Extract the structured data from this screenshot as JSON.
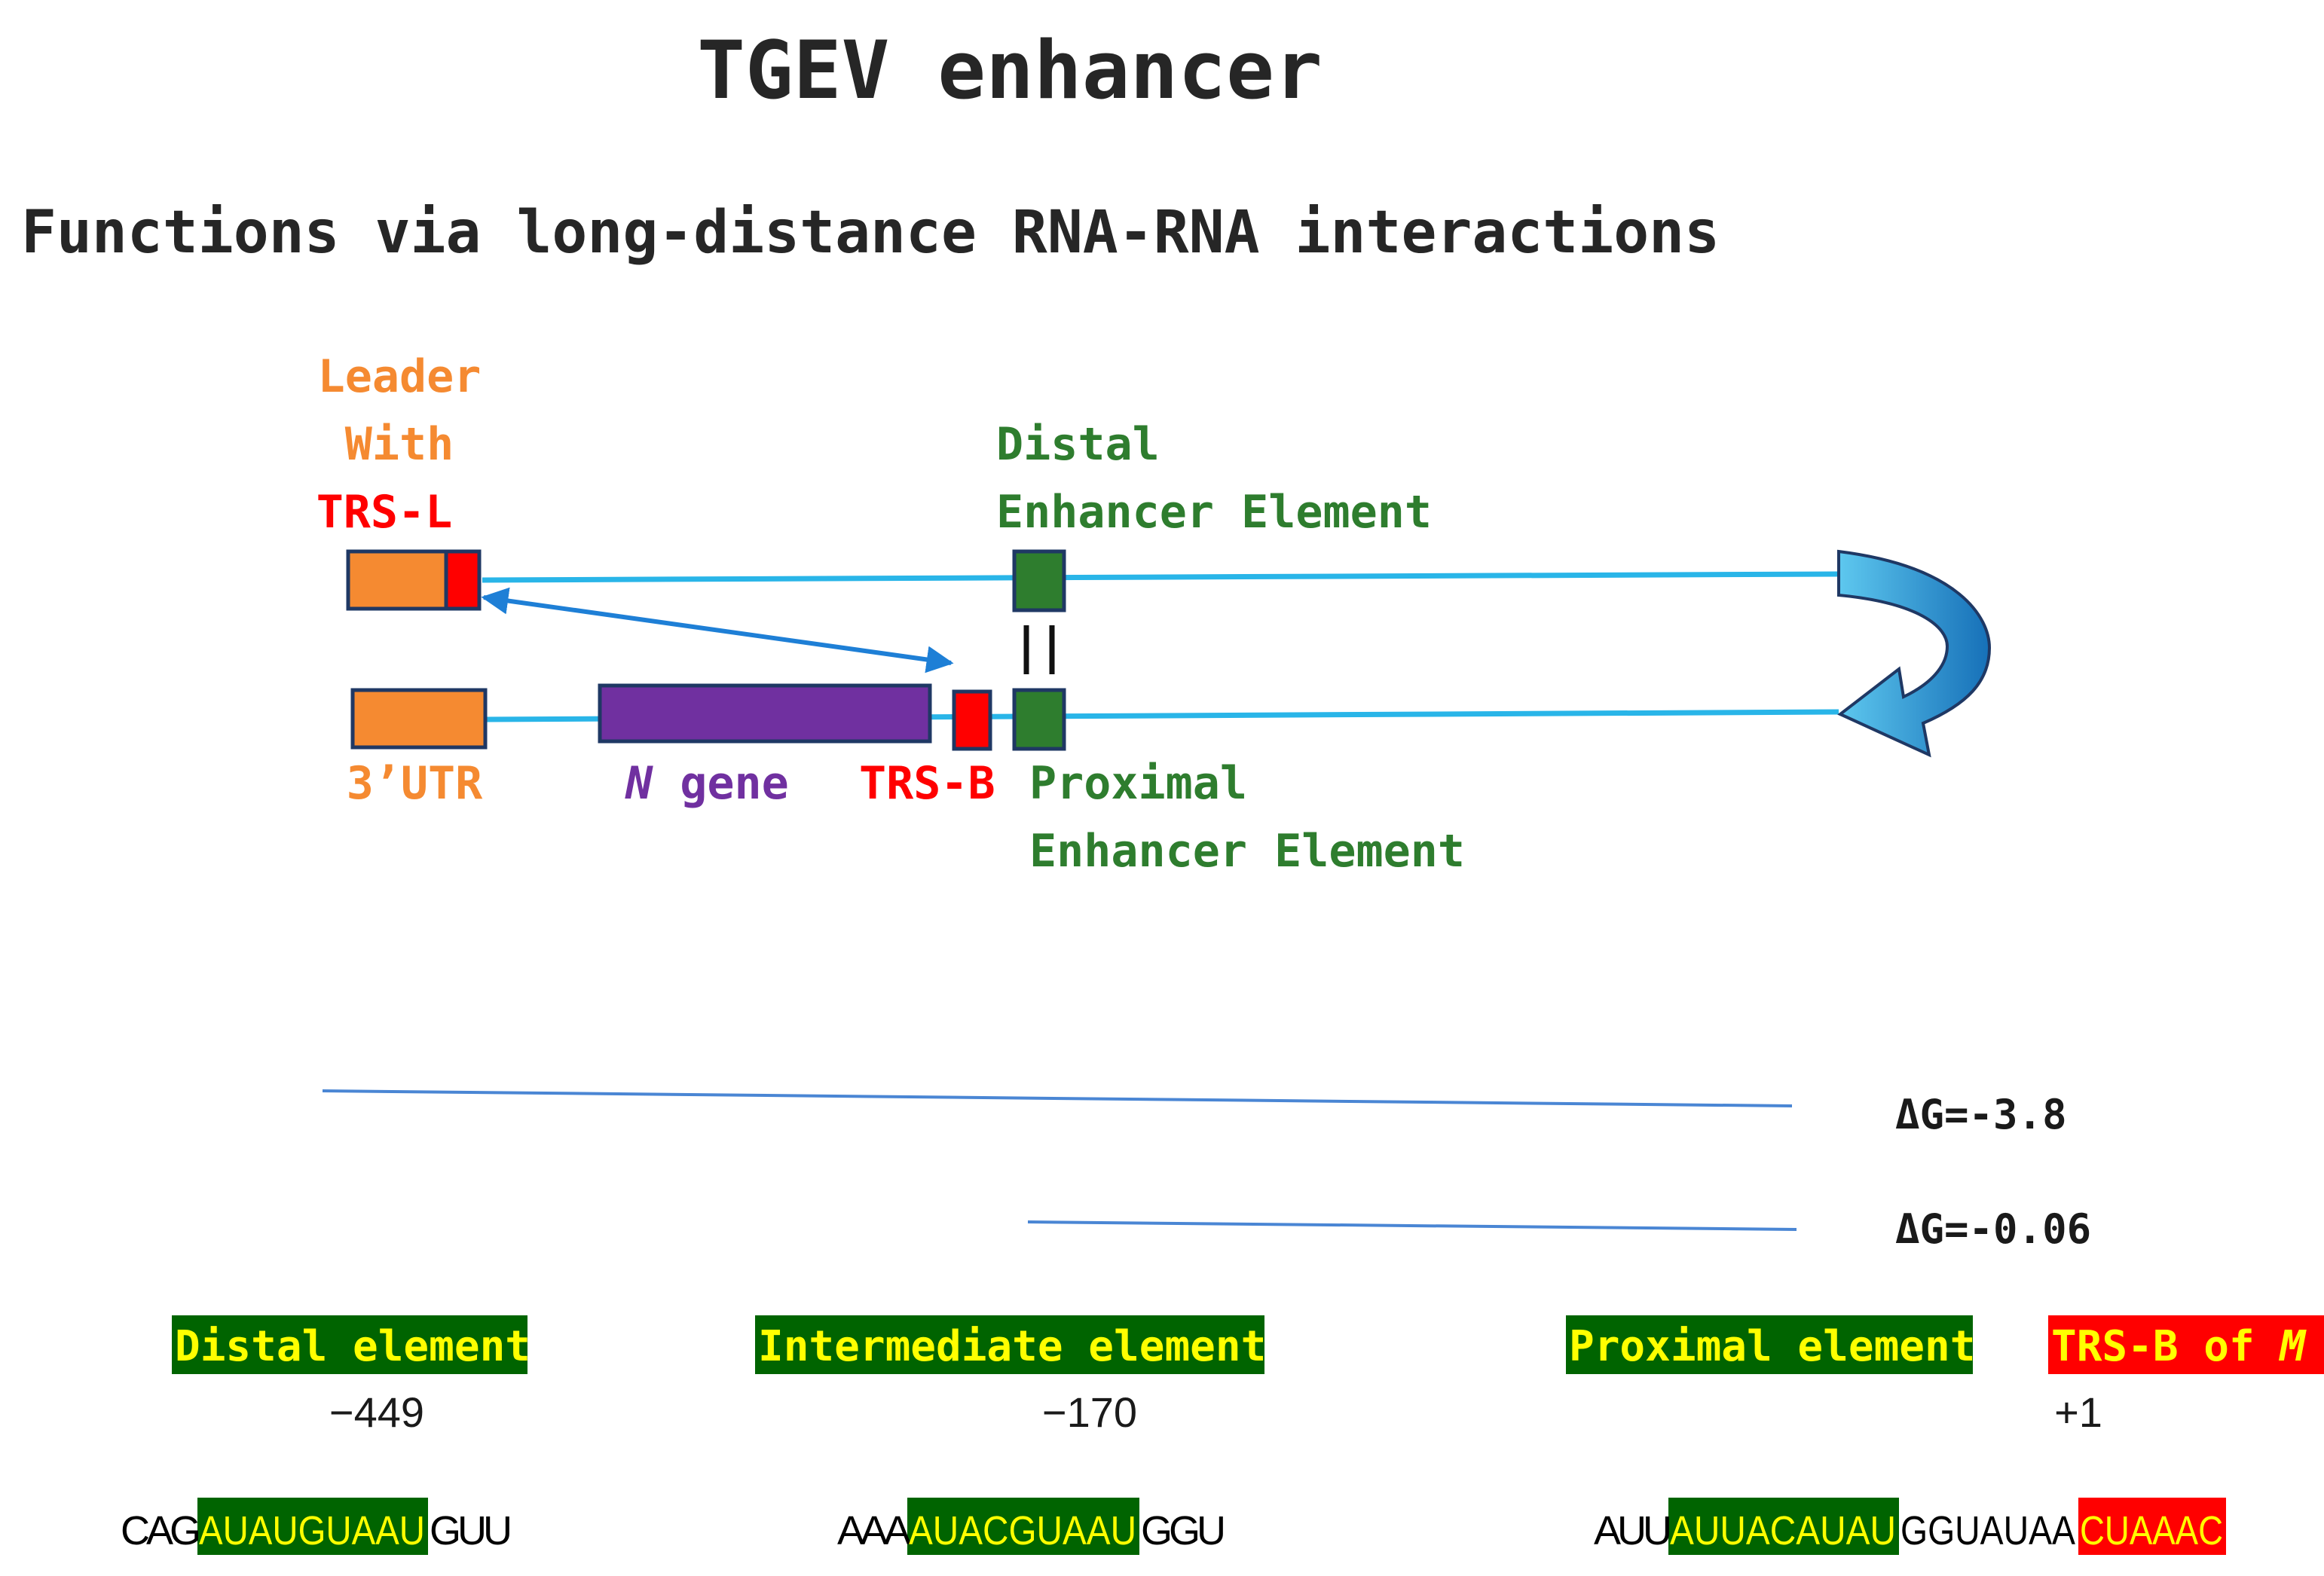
{
  "title": "TGEV enhancer",
  "subtitle": "Functions via long-distance RNA-RNA interactions",
  "labels": {
    "leader_line1": "Leader",
    "leader_line2": "With",
    "trs_l": "TRS-L",
    "distal_line1": "Distal",
    "distal_line2": "Enhancer Element",
    "utr": "3’UTR",
    "n_italic": "N",
    "n_gene": " gene",
    "trs_b": "TRS-B",
    "proximal_line1": "Proximal",
    "proximal_line2": "Enhancer Element"
  },
  "energies": {
    "dg1": "ΔG=-3.8",
    "dg2": "ΔG=-0.06"
  },
  "elements": {
    "distal": "Distal element",
    "intermediate": "Intermediate element",
    "proximal": "Proximal element",
    "trsb_prefix": "TRS-B of ",
    "trsb_italic": "M"
  },
  "positions": {
    "distal": "−449",
    "intermediate": "−170",
    "trsb": "+1"
  },
  "sequences": {
    "distal": {
      "pre": "CAG",
      "core": "AUAUGUAAU",
      "post": "GUU"
    },
    "intermediate": {
      "pre": "AAA",
      "core": "AUACGUAAU",
      "post": "GGU"
    },
    "proximal": {
      "pre": "AUU",
      "core": "AUUACAUAU",
      "mid": "GGUAUAA",
      "trs": "CUAAAC"
    }
  },
  "colors": {
    "orange": "#f58a31",
    "red": "#ff0000",
    "green": "#2e7d2e",
    "dark_green": "#006400",
    "purple": "#7030a0",
    "line_blue": "#29b5e8",
    "arrow_blue": "#1e7fd6",
    "loop_blue": "#1f8fcf",
    "yellow": "#ffff00",
    "navy": "#1f3864"
  }
}
